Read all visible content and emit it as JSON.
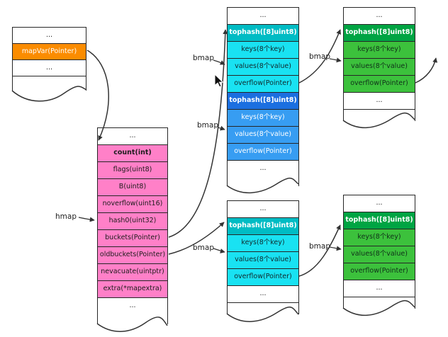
{
  "labels": {
    "hmap": "hmap",
    "bmap": "bmap"
  },
  "mapvar_table": {
    "rows": [
      "...",
      "mapVar(Pointer)",
      "...",
      ""
    ]
  },
  "hmap_table": {
    "rows": [
      "...",
      "count(int)",
      "flags(uint8)",
      "B(uint8)",
      "noverflow(uint16)",
      "hash0(uint32)",
      "buckets(Pointer)",
      "oldbuckets(Pointer)",
      "nevacuate(uintptr)",
      "extra(*mapextra)",
      "..."
    ]
  },
  "bucket_array_top": {
    "rows": [
      "...",
      "tophash([8]uint8)",
      "keys(8个key)",
      "values(8个value)",
      "overflow(Pointer)",
      "tophash([8]uint8)",
      "keys(8个key)",
      "values(8个value)",
      "overflow(Pointer)",
      "..."
    ]
  },
  "bucket_array_bottom": {
    "rows": [
      "...",
      "tophash([8]uint8)",
      "keys(8个key)",
      "values(8个value)",
      "overflow(Pointer)",
      "...",
      ""
    ]
  },
  "overflow_bucket_top": {
    "rows": [
      "...",
      "tophash([8]uint8)",
      "keys(8个key)",
      "values(8个value)",
      "overflow(Pointer)",
      "...",
      ""
    ]
  },
  "overflow_bucket_bottom": {
    "rows": [
      "...",
      "tophash([8]uint8)",
      "keys(8个key)",
      "values(8个value)",
      "overflow(Pointer)",
      "...",
      ""
    ]
  },
  "colors": {
    "border": "#262626",
    "mapvar_orange": "#fb8c00",
    "hmap_pink": "#ff80c8",
    "tophash_teal": "#00bcc4",
    "bucket_cyan": "#19e2f2",
    "tophash_blue": "#1b6fe0",
    "bucket_blue": "#379df2",
    "tophash_green": "#00a443",
    "bucket_green": "#3cc13c"
  }
}
